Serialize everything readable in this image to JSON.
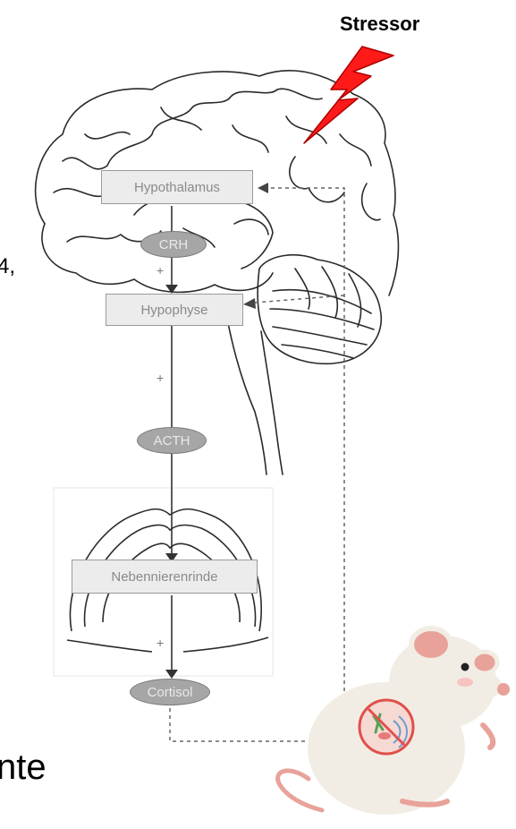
{
  "diagram": {
    "stressor_label": "Stressor",
    "nodes": {
      "hypothalamus": "Hypothalamus",
      "crh": "CRH",
      "hypophyse": "Hypophyse",
      "acth": "ACTH",
      "nebennierenrinde": "Nebennierenrinde",
      "cortisol": "Cortisol"
    },
    "plus_signs": [
      "+",
      "+",
      "+"
    ],
    "cropped_text": {
      "left_fragment": "4,",
      "bottom_fragment": "nte"
    },
    "colors": {
      "stressor_bolt": "#ff1a1a",
      "node_box_fill": "#ececec",
      "hormone_oval_fill": "#a6a6a6",
      "mouse_body": "#f2ede4",
      "mouse_pink": "#e8a29a"
    },
    "icons": [
      "lightning-bolt-icon",
      "brain-outline",
      "adrenal-gland-outline",
      "mouse-illustration",
      "no-microbiome-icon"
    ]
  }
}
